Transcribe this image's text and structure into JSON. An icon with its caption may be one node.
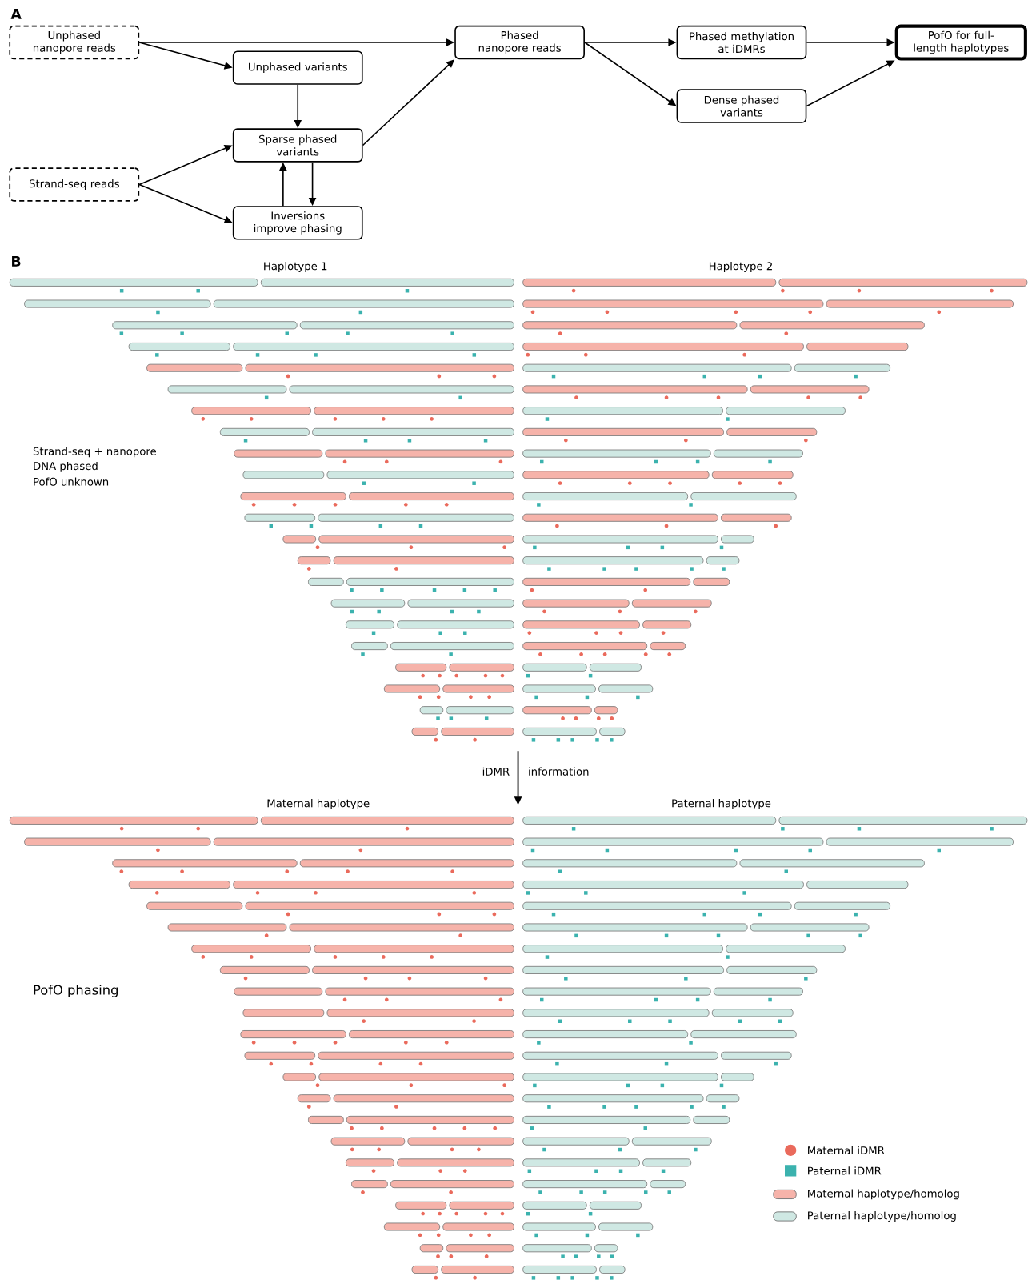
{
  "diagram": {
    "nodes": [
      {
        "text": [
          "Unphased nanopore reads"
        ]
      },
      {
        "text": [
          "Unphased variants"
        ]
      },
      {
        "text": [
          "Phased nanopore reads"
        ]
      },
      {
        "text": [
          "Phased methylation at iDMRs"
        ]
      },
      {
        "text": [
          "PofO for full-length haplotypes"
        ]
      },
      {
        "text": [
          "Sparse phased variants"
        ]
      },
      {
        "text": [
          "Dense phased variants"
        ]
      },
      {
        "text": [
          "Strand-seq reads"
        ]
      },
      {
        "text": [
          "Inversions improve phasing"
        ]
      }
    ],
    "edges": [
      {
        "from": 0,
        "to": 2,
        "arrow": "to"
      },
      {
        "from": 0,
        "to": 1,
        "arrow": "to"
      },
      {
        "from": 1,
        "to": 5,
        "arrow": "to"
      },
      {
        "from": 7,
        "to": 5,
        "arrow": "to"
      },
      {
        "from": 7,
        "to": 8,
        "arrow": "to"
      },
      {
        "from": 8,
        "to": 5,
        "arrow": "to"
      },
      {
        "from": 5,
        "to": 8,
        "arrow": "to"
      },
      {
        "from": 5,
        "to": 2,
        "arrow": "to"
      },
      {
        "from": 2,
        "to": 3,
        "arrow": "to"
      },
      {
        "from": 2,
        "to": 6,
        "arrow": "to"
      },
      {
        "from": 3,
        "to": 4,
        "arrow": "to"
      },
      {
        "from": 6,
        "to": 4,
        "arrow": "to"
      }
    ],
    "labels": [
      "A",
      "B",
      "Haplotype 1",
      "Haplotype 2",
      "Strand-seq + nanopore",
      "DNA phased",
      "PofO unknown",
      "iDMR",
      "information",
      "Maternal haplotype",
      "Paternal haplotype",
      "PofO phasing"
    ],
    "legend": [
      {
        "text": "Maternal iDMR",
        "color": "#ea6a5c"
      },
      {
        "text": "Paternal iDMR",
        "color": "#3bb2ae"
      },
      {
        "text": "Maternal haplotype/homolog",
        "color": "#f6b3aa"
      },
      {
        "text": "Paternal haplotype/homolog",
        "color": "#cfe8e3"
      }
    ]
  }
}
